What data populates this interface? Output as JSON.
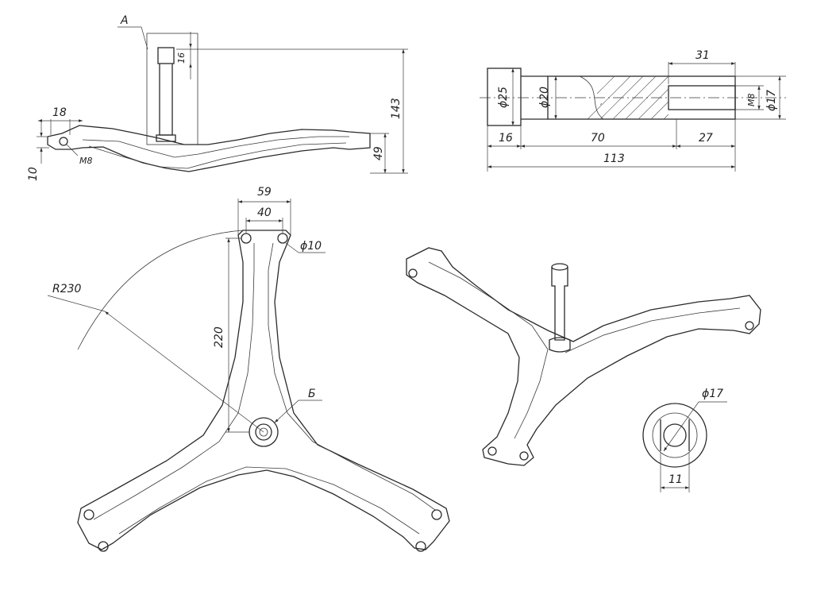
{
  "side_view": {
    "label_a": "A",
    "dim_16": "16",
    "dim_143": "143",
    "dim_18": "18",
    "dim_10": "10",
    "dim_49": "49",
    "thread_m8": "M8"
  },
  "shaft_section": {
    "dim_31": "31",
    "dia_25": "ϕ25",
    "dia_20": "ϕ20",
    "thread_m8": "M8",
    "dia_17": "ϕ17",
    "dim_16": "16",
    "dim_70": "70",
    "dim_27": "27",
    "dim_113": "113"
  },
  "top_view": {
    "dim_59": "59",
    "dim_40": "40",
    "hole_dia": "ϕ10",
    "radius": "R230",
    "dim_220": "220",
    "label_b": "Б"
  },
  "detail_b": {
    "dia_17": "ϕ17",
    "dim_11": "11"
  }
}
